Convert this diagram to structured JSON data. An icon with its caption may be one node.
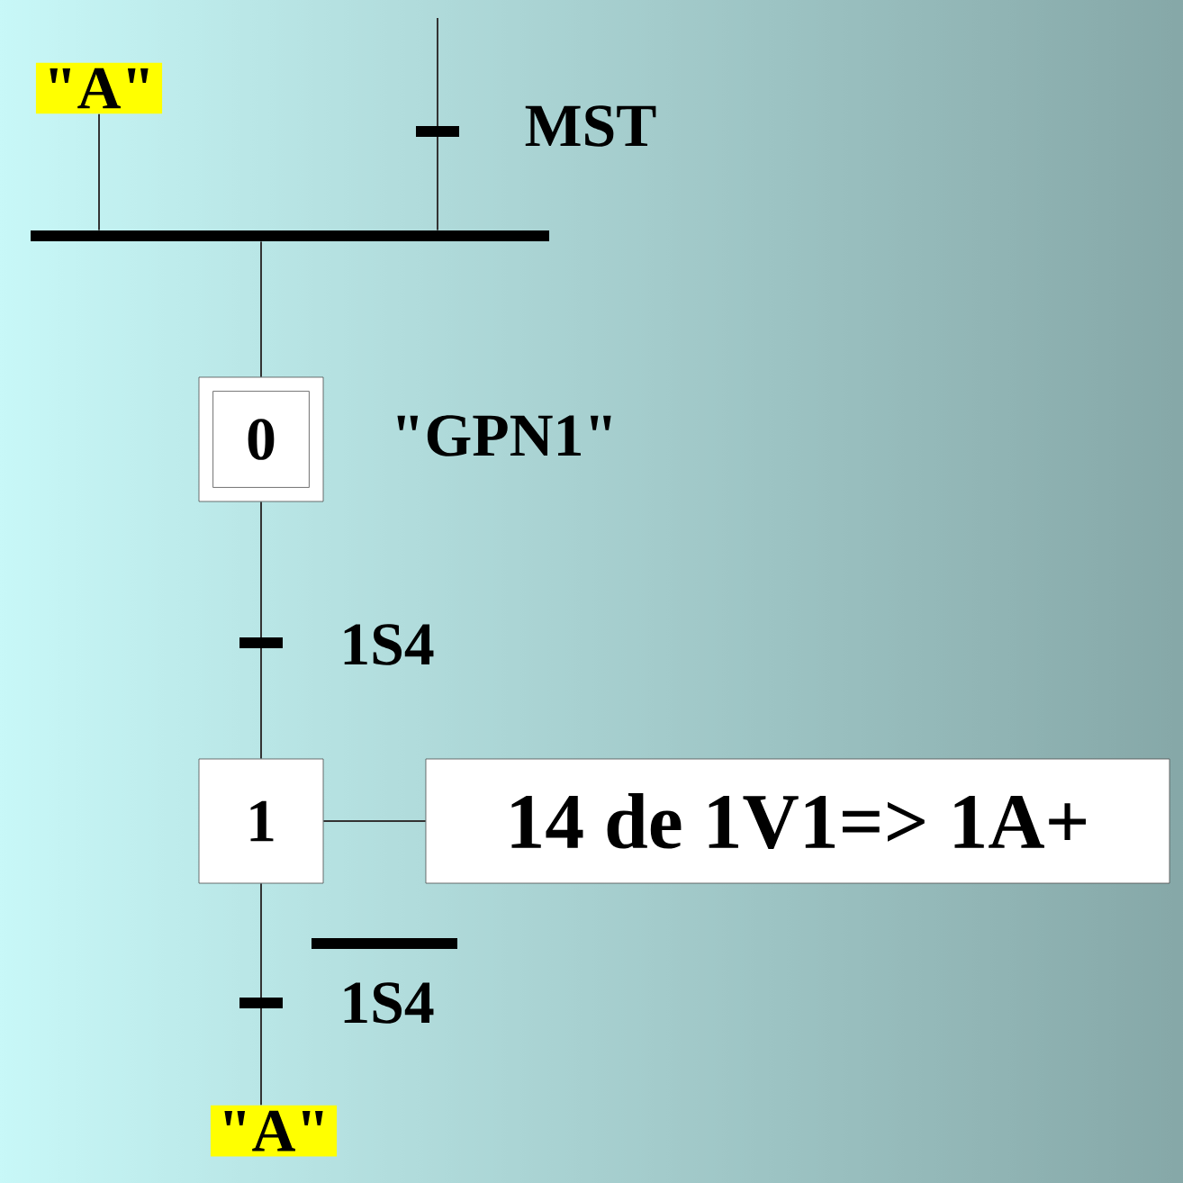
{
  "diagram": {
    "nodes": [
      {
        "text": [
          "\"A\""
        ]
      },
      {
        "text": [],
        "shape": "bar"
      },
      {
        "text": [
          "0"
        ],
        "beside": [
          "\"GPN1\""
        ]
      },
      {
        "text": [
          "1"
        ]
      },
      {
        "text": [
          "14 de 1V1=> 1A+"
        ]
      },
      {
        "text": [
          "\"A\""
        ]
      }
    ],
    "edges": [
      {
        "from": 0,
        "to": 1,
        "arrow": "none"
      },
      {
        "from": null,
        "to": 1,
        "arrow": "none",
        "label": "MST"
      },
      {
        "from": 1,
        "to": 2,
        "arrow": "none"
      },
      {
        "from": 2,
        "to": 3,
        "arrow": "none",
        "label": "1S4"
      },
      {
        "from": 3,
        "to": 4,
        "arrow": "none"
      },
      {
        "from": 3,
        "to": 5,
        "arrow": "none",
        "label": "1S4"
      }
    ]
  }
}
